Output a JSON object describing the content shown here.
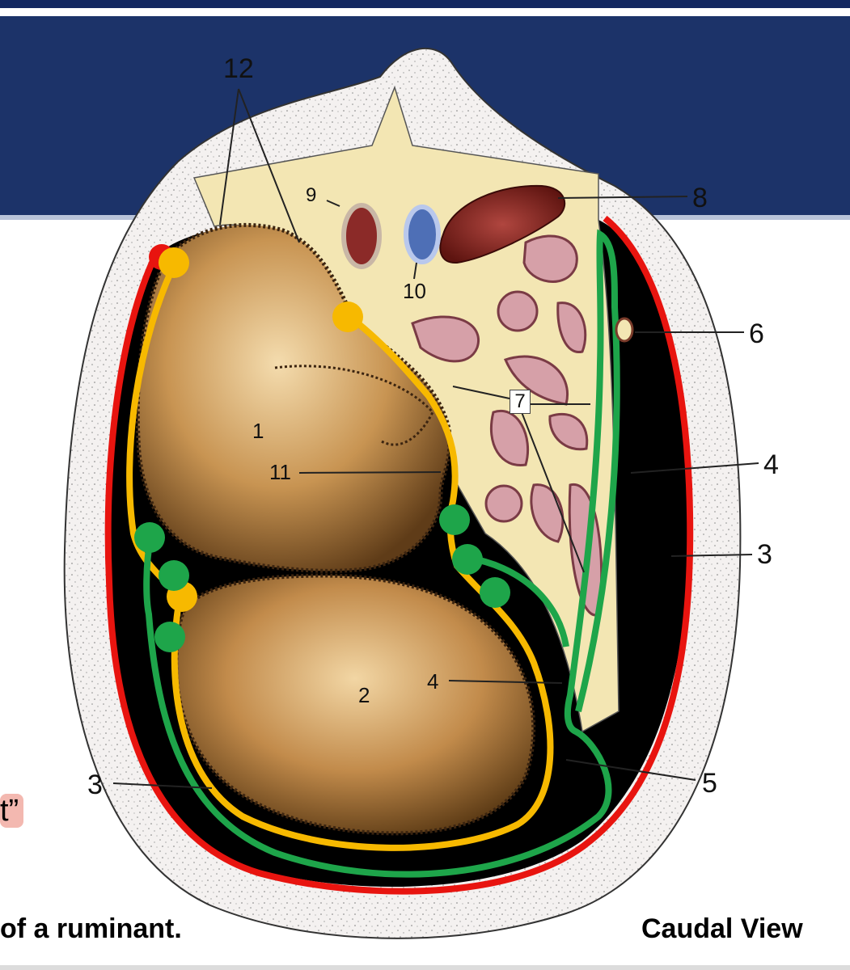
{
  "page": {
    "partial_text": "t”",
    "caption_left": "of a ruminant.",
    "caption_right": "Caudal View"
  },
  "diagram": {
    "labels": {
      "l1": "1",
      "l2": "2",
      "l3_right": "3",
      "l3_left": "3",
      "l4_right": "4",
      "l4_inner": "4",
      "l5": "5",
      "l6": "6",
      "l7": "7",
      "l8": "8",
      "l9": "9",
      "l10": "10",
      "l11": "11",
      "l12": "12"
    },
    "colors": {
      "banner": "#1c3369",
      "fat": "#f3efef",
      "bone": "#f3e6b3",
      "rumen": "#c99a5c",
      "black_cavity": "#000000",
      "red_line": "#e8140f",
      "yellow_line": "#f7b900",
      "green_line": "#1ea54a",
      "artery": "#8b2a28",
      "vein": "#4e6fb6",
      "kidney": "#7a1f1a",
      "intestine": "#d6a0a8"
    }
  }
}
